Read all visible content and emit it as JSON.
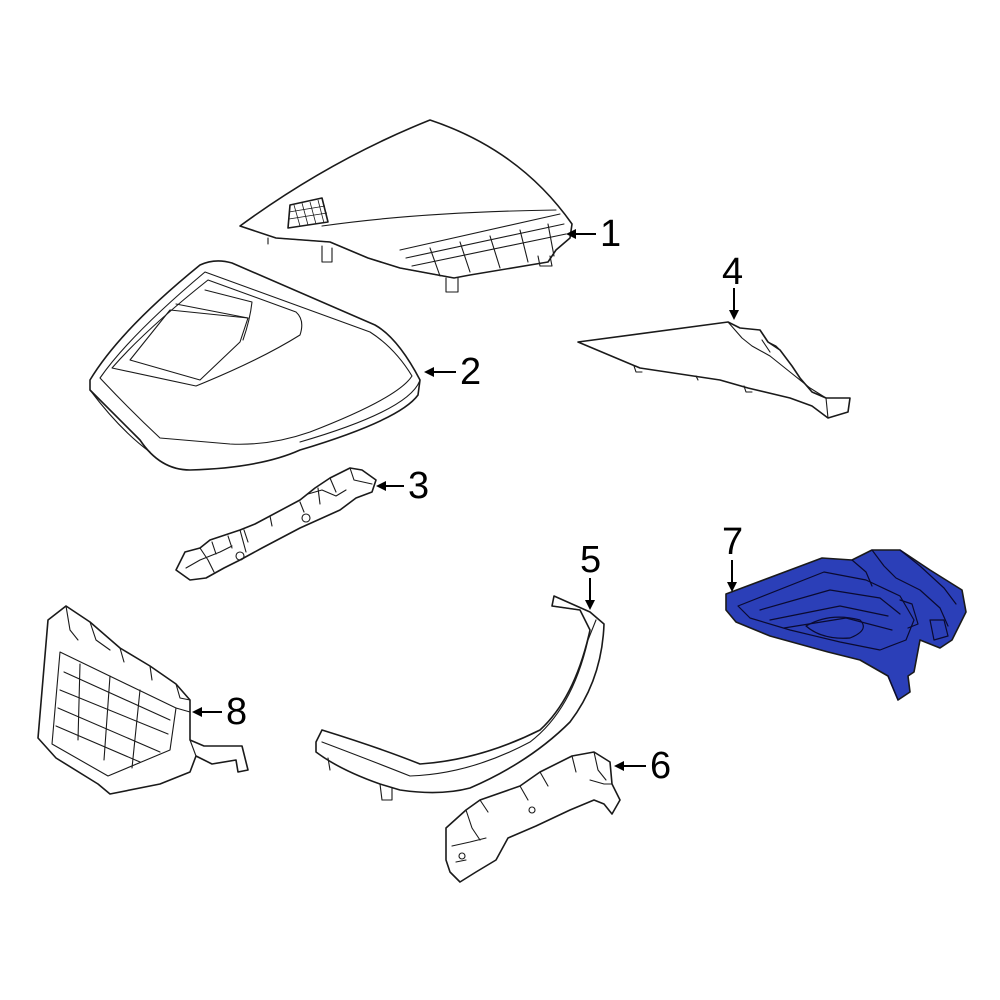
{
  "callouts": [
    {
      "id": "1",
      "label": "1"
    },
    {
      "id": "2",
      "label": "2"
    },
    {
      "id": "3",
      "label": "3"
    },
    {
      "id": "4",
      "label": "4"
    },
    {
      "id": "5",
      "label": "5"
    },
    {
      "id": "6",
      "label": "6"
    },
    {
      "id": "7",
      "label": "7"
    },
    {
      "id": "8",
      "label": "8"
    }
  ],
  "highlight": {
    "part": "7",
    "fill_color": "#2b3fb8",
    "outline_color": "#1a1a1a"
  },
  "line_color": "#1a1a1a",
  "background_color": "#ffffff"
}
